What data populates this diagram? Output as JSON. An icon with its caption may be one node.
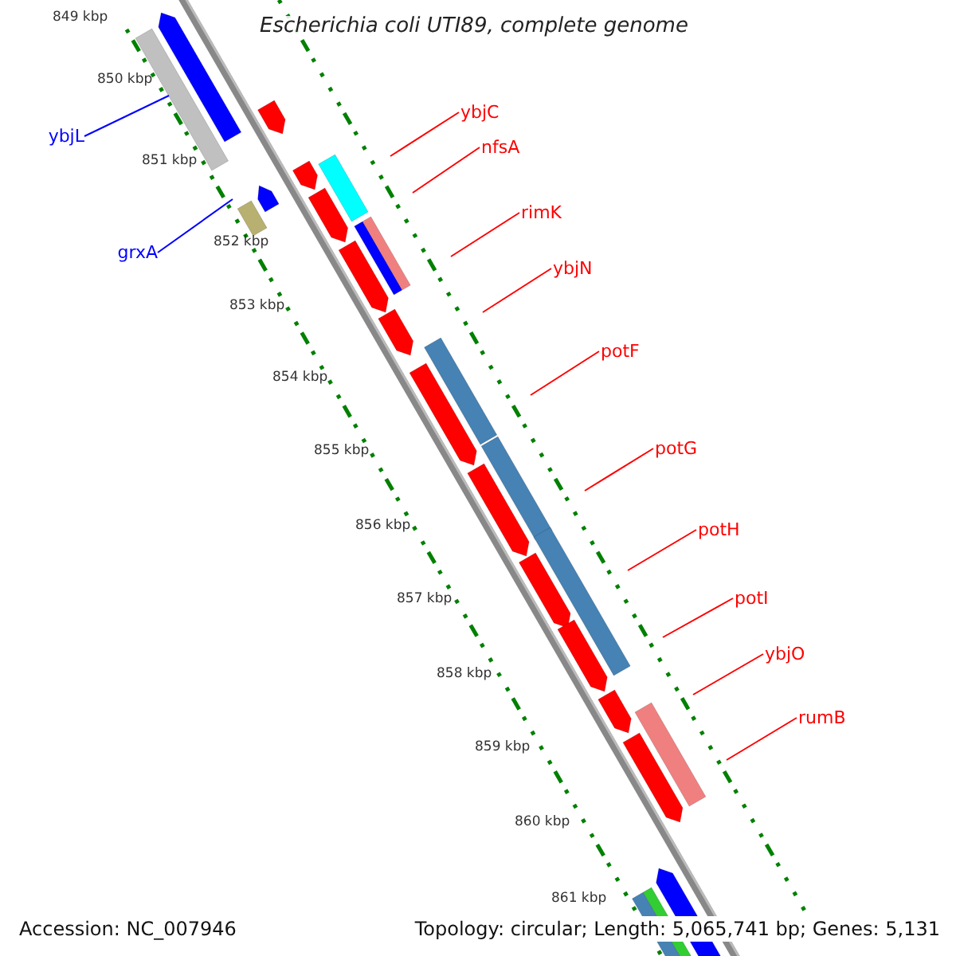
{
  "diagram": {
    "title": "Escherichia coli UTI89, complete genome",
    "nodes": [
      {
        "text": [
          "ybjL"
        ]
      },
      {
        "text": [
          "grxA"
        ]
      },
      {
        "text": [
          "ybjC"
        ]
      },
      {
        "text": [
          "nfsA"
        ]
      },
      {
        "text": [
          "rimK"
        ]
      },
      {
        "text": [
          "ybjN"
        ]
      },
      {
        "text": [
          "potF"
        ]
      },
      {
        "text": [
          "potG"
        ]
      },
      {
        "text": [
          "potH"
        ]
      },
      {
        "text": [
          "potI"
        ]
      },
      {
        "text": [
          "ybjO"
        ]
      },
      {
        "text": [
          "rumB"
        ]
      },
      {
        "text": [],
        "shape": "bar"
      },
      {
        "text": [],
        "shape": "bar"
      }
    ],
    "edges": [
      {
        "from": 0,
        "to": 12,
        "arrow": "none",
        "color": "#0000ff"
      },
      {
        "from": 1,
        "to": 13,
        "arrow": "none",
        "color": "#0000ff"
      },
      {
        "from": 2,
        "to": null,
        "arrow": "none"
      },
      {
        "from": 3,
        "to": null,
        "arrow": "none"
      },
      {
        "from": 4,
        "to": null,
        "arrow": "none"
      },
      {
        "from": 5,
        "to": null,
        "arrow": "none"
      },
      {
        "from": 6,
        "to": null,
        "arrow": "none"
      },
      {
        "from": 7,
        "to": null,
        "arrow": "none"
      },
      {
        "from": 8,
        "to": null,
        "arrow": "none"
      },
      {
        "from": 9,
        "to": null,
        "arrow": "none"
      },
      {
        "from": 10,
        "to": null,
        "arrow": "none"
      },
      {
        "from": 11,
        "to": null,
        "arrow": "none"
      }
    ],
    "labels": [
      "849 kbp",
      "850 kbp",
      "851 kbp",
      "852 kbp",
      "853 kbp",
      "854 kbp",
      "855 kbp",
      "856 kbp",
      "857 kbp",
      "858 kbp",
      "859 kbp",
      "860 kbp",
      "861 kbp",
      "Accession: NC_007946",
      "Topology: circular; Length: 5,065,741 bp; Genes: 5,131"
    ]
  }
}
